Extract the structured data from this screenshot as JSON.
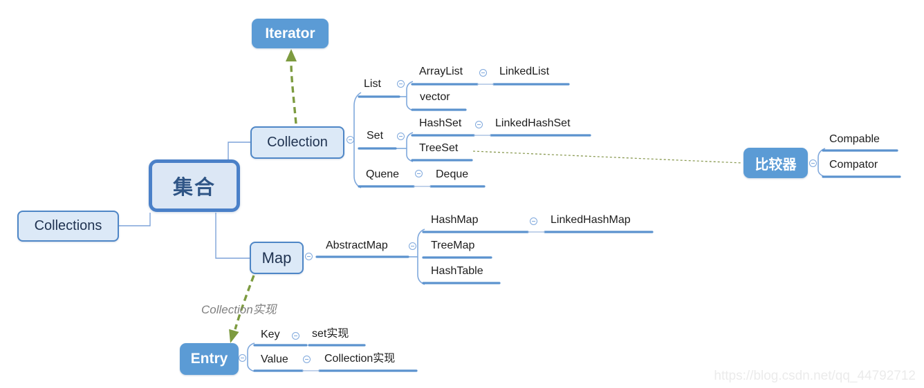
{
  "page": {
    "watermark": "https://blog.csdn.net/qq_44792712"
  },
  "colors": {
    "node_blue": "#5B9BD5",
    "node_light_fill": "#DCE9F7",
    "node_border": "#4E86C6",
    "root_border": "#4A80C8",
    "branch_line": "#5B92CE",
    "connector": "#7DA2D8",
    "arrow_olive": "#7D9B40",
    "node_text_dark": "#1F3250",
    "annotation_gray": "#7f7f7f"
  },
  "nodes": {
    "iterator": {
      "label": "Iterator"
    },
    "root": {
      "label": "集合"
    },
    "collections": {
      "label": "Collections"
    },
    "collection": {
      "label": "Collection"
    },
    "map": {
      "label": "Map"
    },
    "entry": {
      "label": "Entry"
    },
    "comparator": {
      "label": "比较器"
    }
  },
  "branches": {
    "list": {
      "label": "List"
    },
    "arraylist": {
      "label": "ArrayList"
    },
    "linkedlist": {
      "label": "LinkedList"
    },
    "vector": {
      "label": "vector"
    },
    "set": {
      "label": "Set"
    },
    "hashset": {
      "label": "HashSet"
    },
    "linkedhashset": {
      "label": "LinkedHashSet"
    },
    "treeset": {
      "label": "TreeSet"
    },
    "quene": {
      "label": "Quene"
    },
    "deque": {
      "label": "Deque"
    },
    "abstractmap": {
      "label": "AbstractMap"
    },
    "hashmap": {
      "label": "HashMap"
    },
    "linkedhashmap": {
      "label": "LinkedHashMap"
    },
    "treemap": {
      "label": "TreeMap"
    },
    "hashtable": {
      "label": "HashTable"
    },
    "compable": {
      "label": "Compable"
    },
    "compator": {
      "label": "Compator"
    },
    "key": {
      "label": "Key"
    },
    "set_impl": {
      "label": "set实现"
    },
    "value": {
      "label": "Value"
    },
    "collection_impl": {
      "label": "Collection实现"
    }
  },
  "annotation": {
    "label": "Collection实现"
  }
}
